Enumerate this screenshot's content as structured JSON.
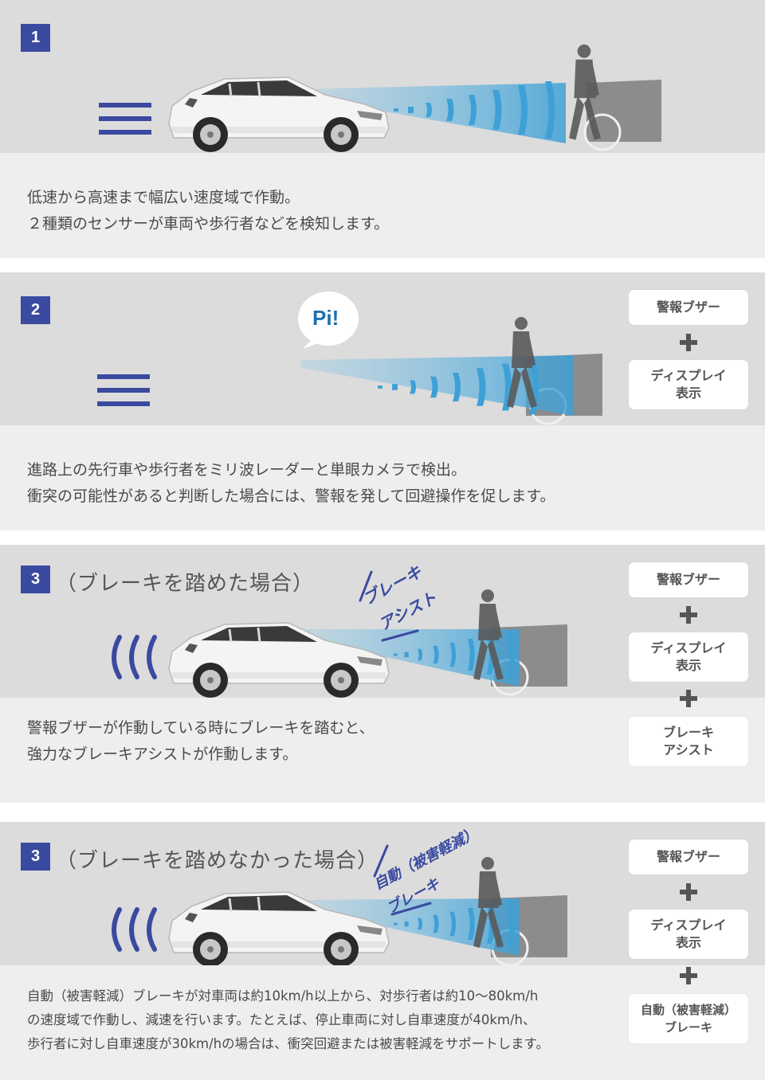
{
  "colors": {
    "accent": "#3a4aa0",
    "scene_bg": "#dcdcdc",
    "text_bg": "#eeeeee",
    "radar": "#5ab0d8",
    "bubble_text": "#1e6fae"
  },
  "sections": [
    {
      "number": "1",
      "description": [
        "低速から高速まで幅広い速度域で作動。",
        "２種類のセンサーが車両や歩行者などを検知します。"
      ]
    },
    {
      "number": "2",
      "bubble": "Pi!",
      "description": [
        "進路上の先行車や歩行者をミリ波レーダーと単眼カメラで検出。",
        "衝突の可能性があると判断した場合には、警報を発して回避操作を促します。"
      ],
      "boxes": [
        "警報ブザー",
        "ディスプレイ\n表示"
      ]
    },
    {
      "number": "3",
      "heading": "（ブレーキを踏めた場合）",
      "annotation": [
        "ブレーキ",
        "アシスト"
      ],
      "description": [
        "警報ブザーが作動している時にブレーキを踏むと、",
        "強力なブレーキアシストが作動します。"
      ],
      "boxes": [
        "警報ブザー",
        "ディスプレイ\n表示",
        "ブレーキ\nアシスト"
      ]
    },
    {
      "number": "3",
      "heading": "（ブレーキを踏めなかった場合）",
      "annotation": [
        "自動（被害軽減）",
        "ブレーキ"
      ],
      "description": [
        "自動（被害軽減）ブレーキが対車両は約10km/h以上から、対歩行者は約10～80km/h",
        "の速度域で作動し、減速を行います。たとえば、停止車両に対し自車速度が40km/h、",
        "歩行者に対し自車速度が30km/hの場合は、衝突回避または被害軽減をサポートします。"
      ],
      "boxes": [
        "警報ブザー",
        "ディスプレイ\n表示",
        "自動（被害軽減）\nブレーキ"
      ]
    }
  ],
  "icons": [
    "speed-lines-icon",
    "car-icon",
    "pedestrian-icon",
    "obstacle-icon",
    "radar-beam-icon",
    "sound-waves-icon",
    "speech-bubble-icon",
    "plus-icon"
  ]
}
